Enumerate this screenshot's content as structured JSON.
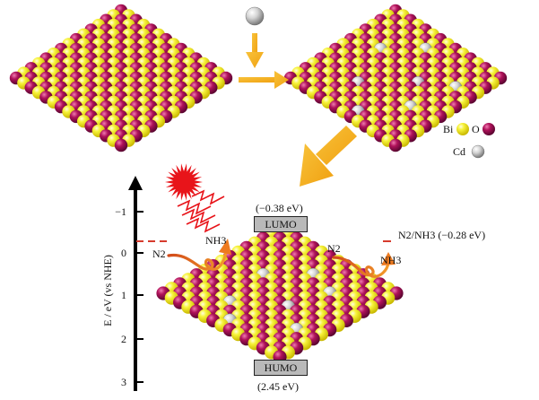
{
  "legend": {
    "bi": "Bi",
    "o": "O",
    "cd": "Cd"
  },
  "energy_diagram": {
    "axis_label": "E / eV (vs NHE)",
    "ticks": [
      "−1",
      "0",
      "1",
      "2",
      "3"
    ],
    "lumo": {
      "label": "LUMO",
      "value": "(−0.38 eV)"
    },
    "homo": {
      "label": "HUMO",
      "value": "(2.45 eV)"
    },
    "n2_nh3_potential": "N2/NH3 (−0.28 eV)",
    "left_reaction": {
      "reactant": "N2",
      "product": "NH3"
    },
    "right_reaction": {
      "reactant": "N2",
      "product": "NH3"
    }
  },
  "colors": {
    "bi": "#f2ee2c",
    "o": "#b0125a",
    "cd": "#d8d8d8",
    "arrow": "#f5b31c",
    "sun": "#e8141a",
    "level": "#d63b2d"
  }
}
